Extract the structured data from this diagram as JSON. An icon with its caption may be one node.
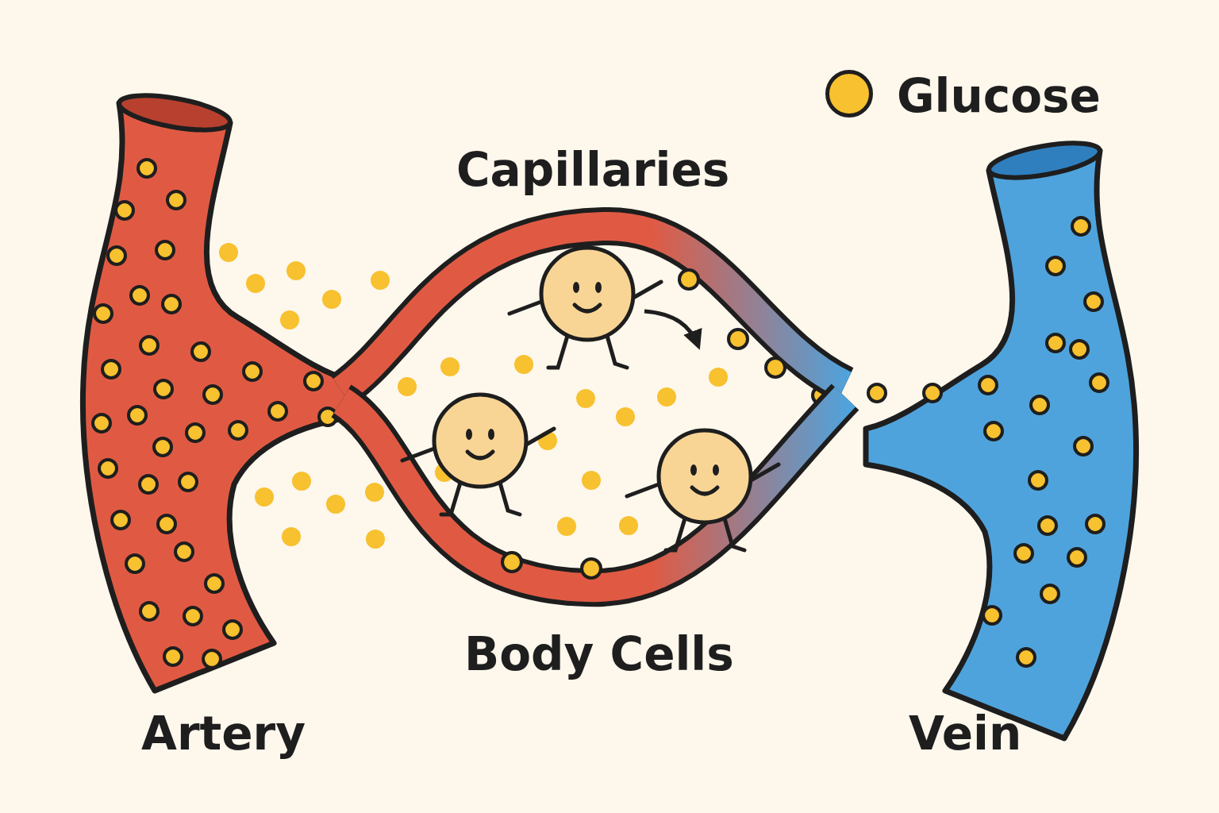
{
  "diagram": {
    "labels": [
      "Capillaries",
      "Body Cells",
      "Artery",
      "Vein"
    ],
    "legend": [
      {
        "text": "Glucose",
        "color": "#f7c12f"
      }
    ]
  }
}
